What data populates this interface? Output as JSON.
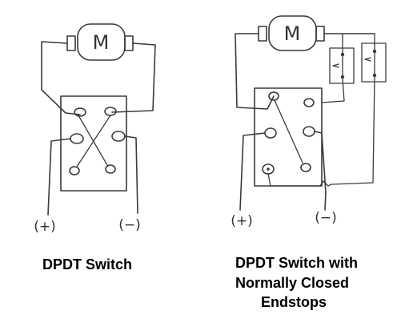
{
  "left_diagram": {
    "motor_label": "M",
    "positive_label": "(+)",
    "negative_label": "(−)",
    "caption": "DPDT Switch"
  },
  "right_diagram": {
    "motor_label": "M",
    "positive_label": "(+)",
    "negative_label": "(−)",
    "caption_line1": "DPDT Switch with",
    "caption_line2": "Normally Closed",
    "caption_line3": "Endstops"
  },
  "colors": {
    "ink": "#3a3a3a",
    "caption": "#000000",
    "background": "#ffffff"
  }
}
